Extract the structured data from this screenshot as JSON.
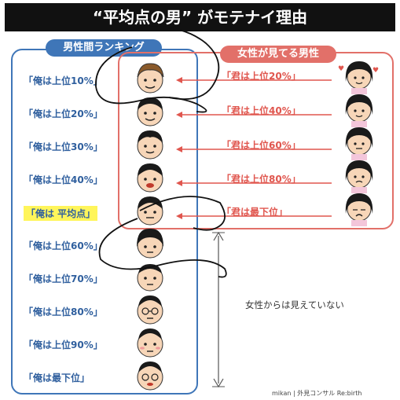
{
  "title": "“平均点の男” がモテナイ理由",
  "left_header": "男性間ランキング",
  "right_header": "女性が見てる男性",
  "ranks": [
    "「俺は上位10%」",
    "「俺は上位20%」",
    "「俺は上位30%」",
    "「俺は上位40%」",
    "「俺は 平均点」",
    "「俺は上位60%」",
    "「俺は上位70%」",
    "「俺は上位80%」",
    "「俺は上位90%」",
    "「俺は最下位」"
  ],
  "women_labels": [
    "「君は上位20%」",
    "「君は上位40%」",
    "「君は上位60%」",
    "「君は上位80%」",
    "「君は最下位」"
  ],
  "invisible_note": "女性からは見えていない",
  "credit": "mikan | 外見コンサル Re:birth"
}
